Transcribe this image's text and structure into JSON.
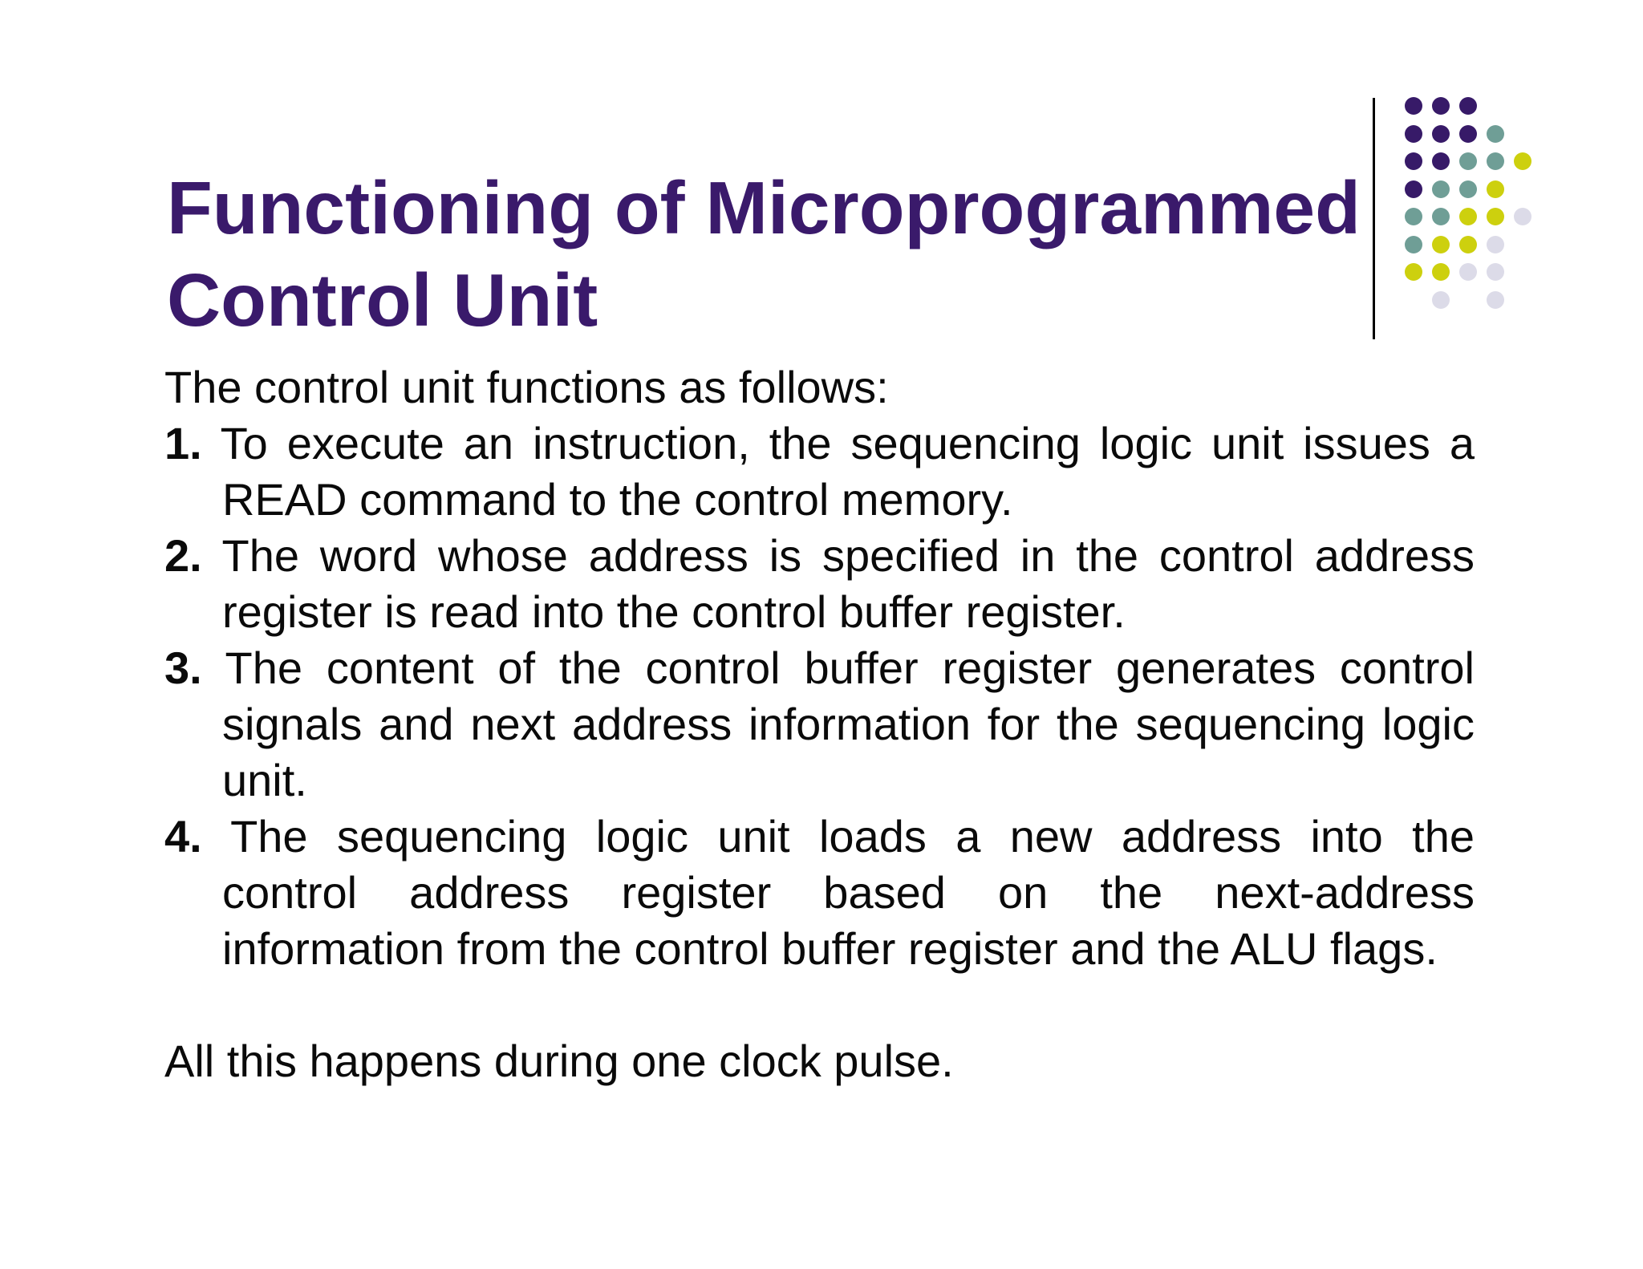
{
  "slide": {
    "background_color": "#ffffff",
    "title": {
      "text": "Functioning of Microprogrammed Control Unit",
      "color": "#3a1a6b"
    },
    "decoration": {
      "divider_color": "#000000",
      "palette": {
        "P": "#371a68",
        "T": "#6f9e96",
        "Y": "#cdd00e",
        "L": "#dcdbe8"
      },
      "rows": [
        "PPP..",
        "PPPT.",
        "PPTTY",
        "PTTY.",
        "TTYYL",
        "TYYL.",
        "YYLL.",
        ".L.L."
      ]
    },
    "body": {
      "text_color": "#0a0a0a",
      "intro": "The control unit functions as follows:",
      "lines": [
        {
          "num": "1.",
          "text": "To execute an instruction, the sequencing logic unit issues a",
          "indent": false,
          "justify": true
        },
        {
          "num": "",
          "text": "READ command to the control memory.",
          "indent": true,
          "justify": false
        },
        {
          "num": "2.",
          "text": "The word whose address is specified in the control address",
          "indent": false,
          "justify": true
        },
        {
          "num": "",
          "text": "register is read into the control buffer register.",
          "indent": true,
          "justify": false
        },
        {
          "num": "3.",
          "text": "The content of the control buffer register generates control",
          "indent": false,
          "justify": true
        },
        {
          "num": "",
          "text": "signals and next address information for the sequencing logic",
          "indent": true,
          "justify": true
        },
        {
          "num": "",
          "text": "unit.",
          "indent": true,
          "justify": false
        },
        {
          "num": "4.",
          "text": "The sequencing logic unit loads a new address into the",
          "indent": false,
          "justify": true
        },
        {
          "num": "",
          "text": "control address register based on the next-address",
          "indent": true,
          "justify": true
        },
        {
          "num": "",
          "text": "information from the control buffer register and the ALU flags.",
          "indent": true,
          "justify": false
        }
      ],
      "closing": "All this happens during one clock pulse."
    }
  }
}
